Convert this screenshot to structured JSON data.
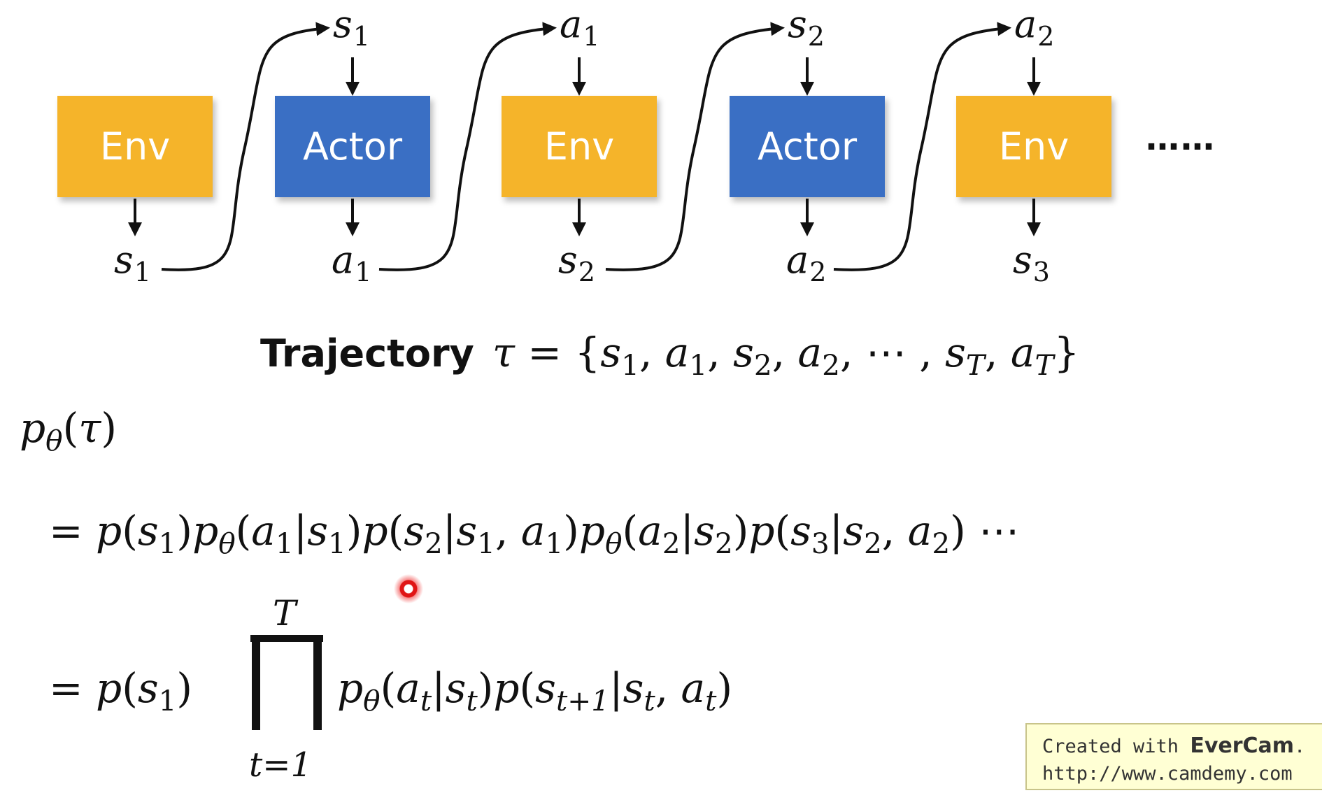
{
  "diagram": {
    "colors": {
      "env": "#f5b42a",
      "actor": "#3a6fc4"
    },
    "boxes": [
      {
        "label": "Env",
        "kind": "env"
      },
      {
        "label": "Actor",
        "kind": "actor"
      },
      {
        "label": "Env",
        "kind": "env"
      },
      {
        "label": "Actor",
        "kind": "actor"
      },
      {
        "label": "Env",
        "kind": "env"
      }
    ],
    "top_vars": [
      {
        "base": "s",
        "sub": "1"
      },
      {
        "base": "a",
        "sub": "1"
      },
      {
        "base": "s",
        "sub": "2"
      },
      {
        "base": "a",
        "sub": "2"
      }
    ],
    "bottom_vars": [
      {
        "base": "s",
        "sub": "1"
      },
      {
        "base": "a",
        "sub": "1"
      },
      {
        "base": "s",
        "sub": "2"
      },
      {
        "base": "a",
        "sub": "2"
      },
      {
        "base": "s",
        "sub": "3"
      }
    ],
    "ellipsis": "……"
  },
  "trajectory": {
    "label": "Trajectory",
    "formula": "τ = {s₁, a₁, s₂, a₂, ⋯ , s_T, a_T}"
  },
  "equations": {
    "lhs": "p_θ(τ)",
    "line1": "= p(s₁)p_θ(a₁|s₁)p(s₂|s₁, a₁)p_θ(a₂|s₂)p(s₃|s₂, a₂) ⋯",
    "line2_prefix": "= p(s₁)",
    "prod_upper": "T",
    "prod_lower": "t=1",
    "line2_suffix": "p_θ(a_t|s_t)p(s_t+1|s_t, a_t)"
  },
  "watermark": {
    "created_prefix": "Created with ",
    "brand": "EverCam",
    "suffix": ".",
    "url": "http://www.camdemy.com"
  }
}
